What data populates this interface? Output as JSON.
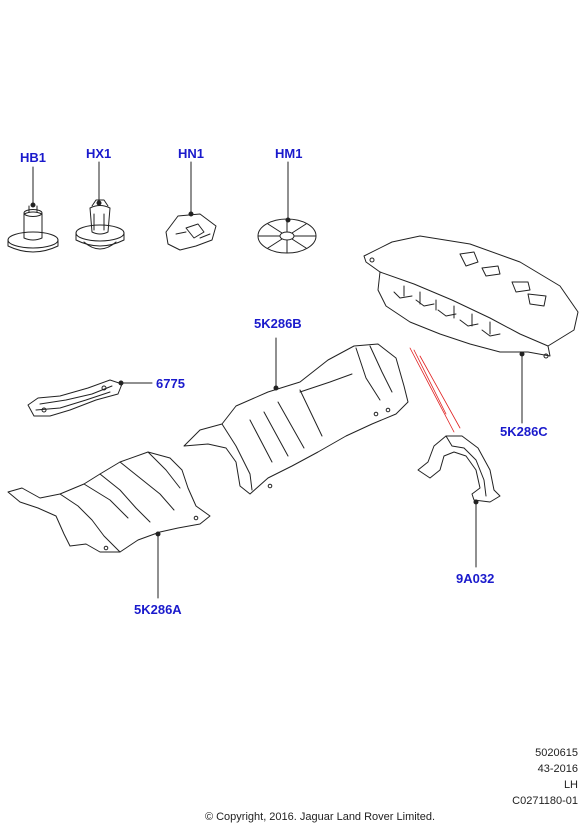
{
  "callouts": {
    "hb1": "HB1",
    "hx1": "HX1",
    "hn1": "HN1",
    "hm1": "HM1",
    "c6775": "6775",
    "c5k286b": "5K286B",
    "c5k286c": "5K286C",
    "c5k286a": "5K286A",
    "c9a032": "9A032"
  },
  "meta": {
    "line1": "5020615",
    "line2": "43-2016",
    "line3": "LH",
    "line4": "C0271180-01"
  },
  "copyright": "© Copyright, 2016. Jaguar Land Rover Limited.",
  "colors": {
    "callout": "#1a1acc",
    "line": "#222222",
    "red_line": "#e02020"
  }
}
